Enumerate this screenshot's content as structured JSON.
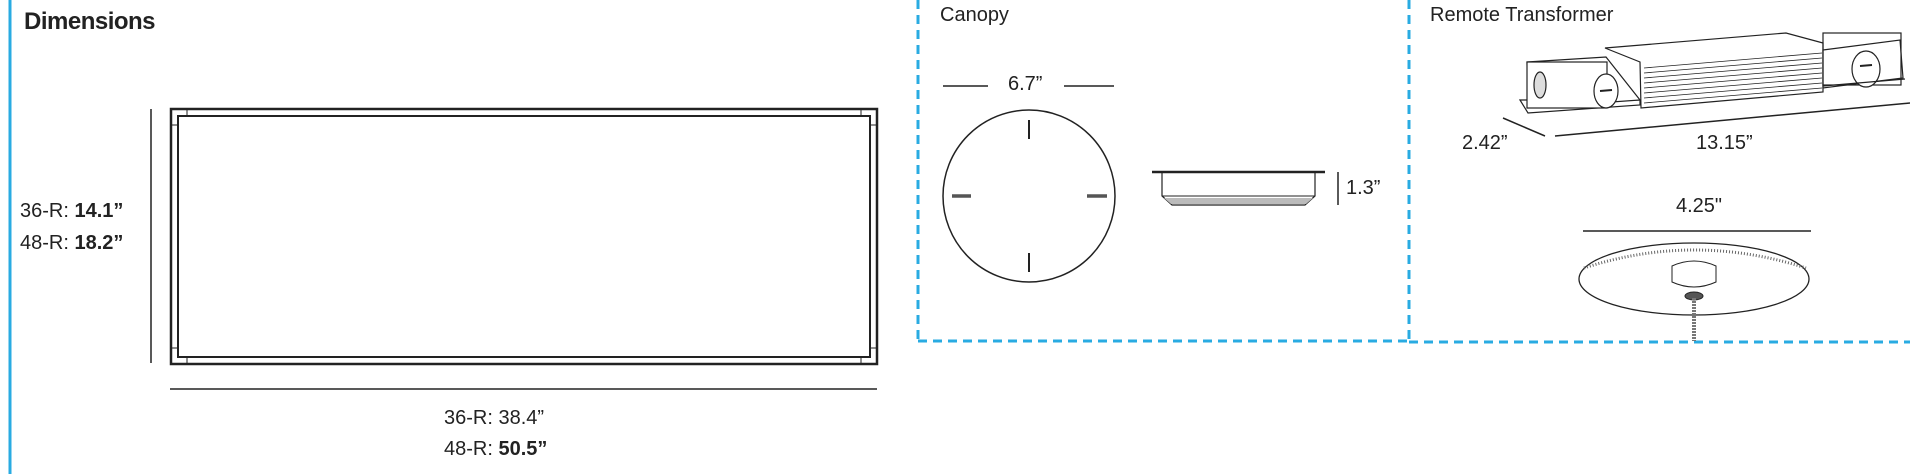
{
  "title": "Dimensions",
  "fixture": {
    "height": {
      "a_prefix": "36-R: ",
      "a_value": "14.1”",
      "b_prefix": "48-R: ",
      "b_value": "18.2”"
    },
    "width": {
      "a_prefix": "36-R: ",
      "a_value": "38.4”",
      "b_prefix": "48-R: ",
      "b_value": "50.5”"
    }
  },
  "canopy": {
    "title": "Canopy",
    "diameter": "6.7”",
    "height": "1.3”"
  },
  "transformer": {
    "title": "Remote Transformer",
    "depth": "2.42”",
    "length": "13.15”",
    "pendant_diameter": "4.25\""
  },
  "colors": {
    "accent": "#29abe2",
    "line": "#222222"
  }
}
